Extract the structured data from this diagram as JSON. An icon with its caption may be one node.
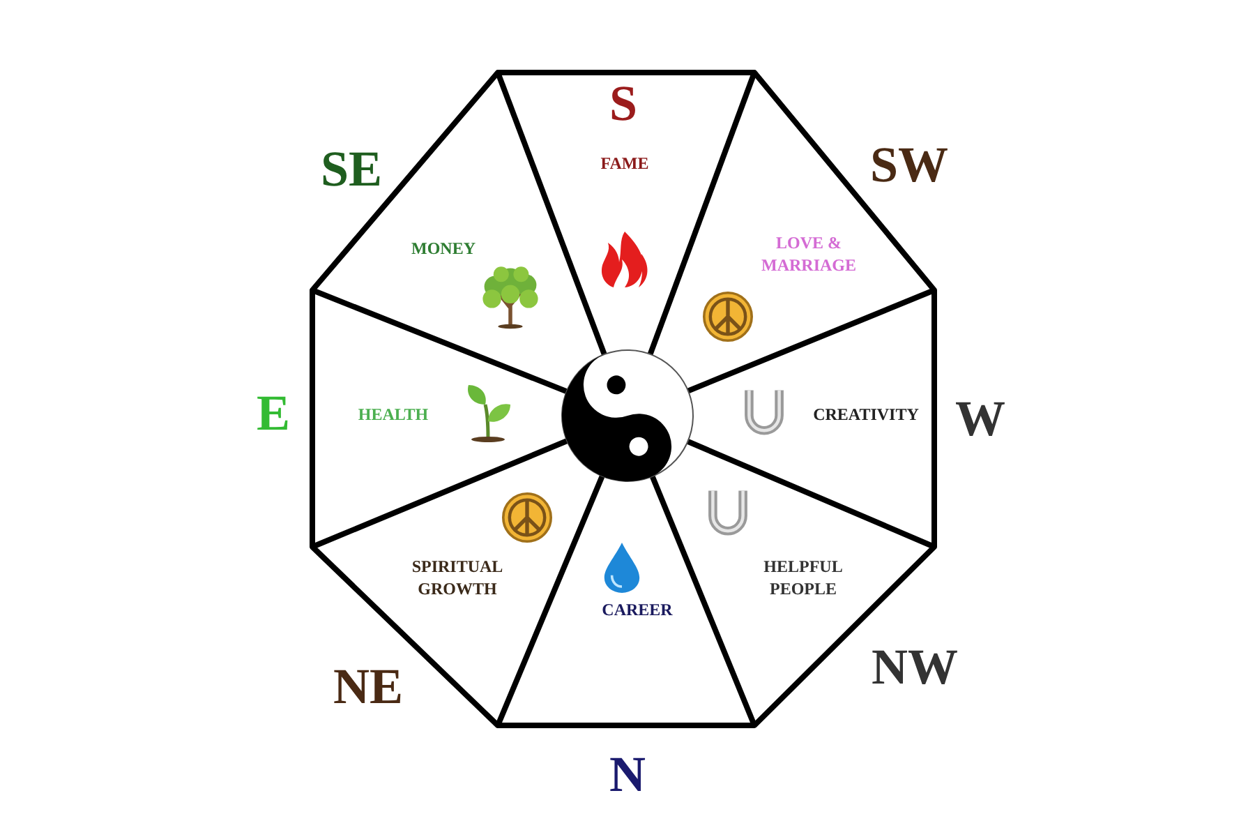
{
  "diagram": {
    "nodes": [
      {
        "text": [
          "FAME"
        ]
      },
      {
        "text": [
          "MONEY"
        ]
      },
      {
        "text": [
          "LOVE & MARRIAGE"
        ]
      },
      {
        "text": [
          "HEALTH"
        ]
      },
      {
        "text": [
          "CREATIVITY"
        ]
      },
      {
        "text": [
          "SPIRITUAL GROWTH"
        ]
      },
      {
        "text": [
          "HELPFUL PEOPLE"
        ]
      },
      {
        "text": [
          "CAREER"
        ]
      }
    ],
    "labels": [
      "S",
      "SE",
      "SW",
      "E",
      "W",
      "NE",
      "NW",
      "N"
    ]
  }
}
